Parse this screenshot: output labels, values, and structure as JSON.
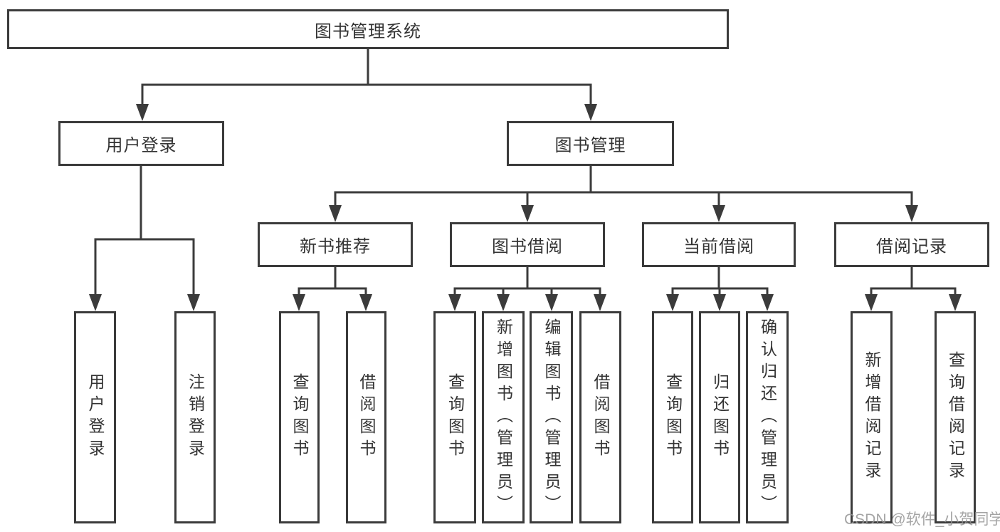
{
  "diagram": {
    "root": {
      "label": "图书管理系统"
    },
    "branches": [
      {
        "label": "用户登录",
        "children": [
          {
            "label": "用户登录"
          },
          {
            "label": "注销登录"
          }
        ]
      },
      {
        "label": "图书管理",
        "children": [
          {
            "label": "新书推荐",
            "children": [
              {
                "label": "查询图书"
              },
              {
                "label": "借阅图书"
              }
            ]
          },
          {
            "label": "图书借阅",
            "children": [
              {
                "label": "查询图书"
              },
              {
                "label": "新增图书（管理员）"
              },
              {
                "label": "编辑图书（管理员）"
              },
              {
                "label": "借阅图书"
              }
            ]
          },
          {
            "label": "当前借阅",
            "children": [
              {
                "label": "查询图书"
              },
              {
                "label": "归还图书"
              },
              {
                "label": "确认归还（管理员）"
              }
            ]
          },
          {
            "label": "借阅记录",
            "children": [
              {
                "label": "新增借阅记录"
              },
              {
                "label": "查询借阅记录"
              }
            ]
          }
        ]
      }
    ]
  },
  "watermark": {
    "text": "CSDN @软件_小贺同学"
  },
  "colors": {
    "line": "#3b3b3b",
    "text": "#333333",
    "watermark": "#949494",
    "background": "#ffffff"
  }
}
